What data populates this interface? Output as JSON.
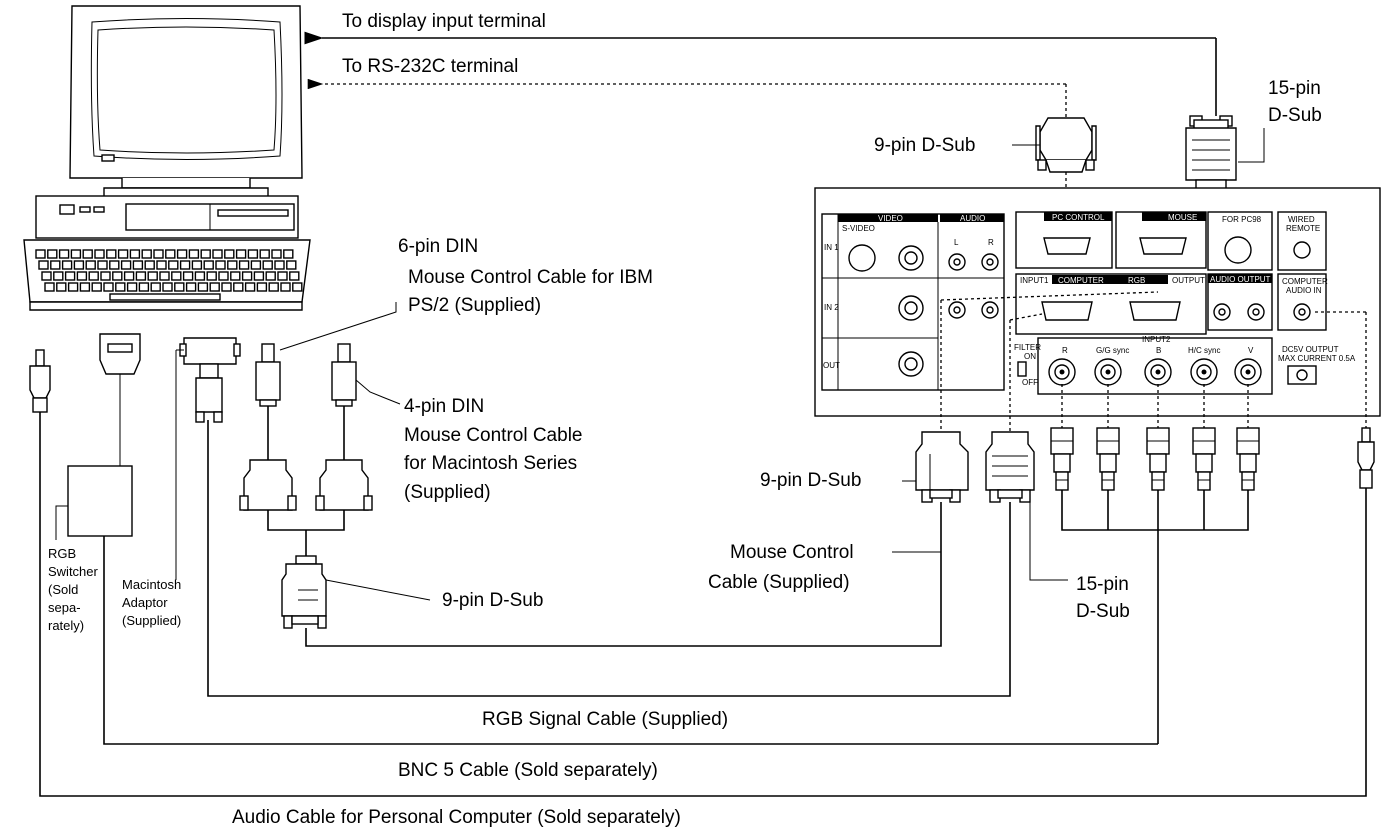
{
  "labels": {
    "to_display": "To display input terminal",
    "to_rs232": "To RS-232C terminal",
    "dsub15_top_a": "15-pin",
    "dsub15_top_b": "D-Sub",
    "dsub9_top": "9-pin D-Sub",
    "din6_title": "6-pin DIN",
    "din6_desc1": "Mouse Control Cable for IBM",
    "din6_desc2": "PS/2 (Supplied)",
    "din4_title": "4-pin DIN",
    "din4_desc1": "Mouse Control Cable",
    "din4_desc2": "for Macintosh Series",
    "din4_desc3": "(Supplied)",
    "dsub9_left": "9-pin D-Sub",
    "dsub9_mid": "9-pin D-Sub",
    "mouse_cable_1": "Mouse Control",
    "mouse_cable_2": "Cable (Supplied)",
    "dsub15_bottom_a": "15-pin",
    "dsub15_bottom_b": "D-Sub",
    "rgb_switcher": [
      "RGB",
      "Switcher",
      "(Sold",
      "sepa-",
      "rately)"
    ],
    "mac_adaptor": [
      "Macintosh",
      "Adaptor",
      "(Supplied)"
    ],
    "rgb_signal_cable": "RGB Signal Cable (Supplied)",
    "bnc5_cable": "BNC 5 Cable (Sold separately)",
    "audio_cable": "Audio Cable for Personal Computer (Sold separately)"
  },
  "panel": {
    "video": "VIDEO",
    "audio": "AUDIO",
    "svideo": "S-VIDEO",
    "in1": "IN 1",
    "in2": "IN 2",
    "out": "OUT",
    "l": "L",
    "r": "R",
    "pc_control": "PC CONTROL",
    "mouse": "MOUSE",
    "for_pc98": "FOR PC98",
    "wired_remote_1": "WIRED",
    "wired_remote_2": "REMOTE",
    "input1": "INPUT1",
    "computer": "COMPUTER",
    "rgb": "RGB",
    "output": "OUTPUT",
    "audio_output": "AUDIO OUTPUT",
    "computer_audio_1": "COMPUTER",
    "computer_audio_2": "AUDIO IN",
    "input2": "INPUT2",
    "filter": "FILTER",
    "on": "ON",
    "off": "OFF",
    "bnc_r": "R",
    "bnc_g": "G/G sync",
    "bnc_b": "B",
    "bnc_hc": "H/C sync",
    "bnc_v": "V",
    "dc5v_1": "DC5V OUTPUT",
    "dc5v_2": "MAX CURRENT 0.5A"
  }
}
